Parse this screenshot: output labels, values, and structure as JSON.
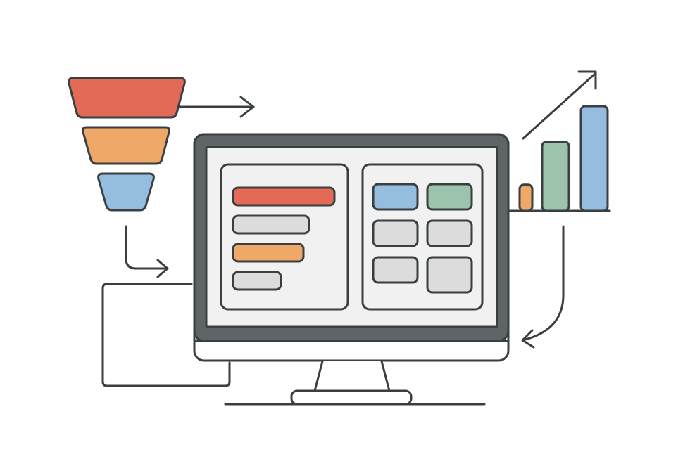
{
  "colors": {
    "outline": "#3a3f41",
    "screen_bezel": "#5f6467",
    "screen_background": "#f1f1f1",
    "red": "#e26a56",
    "orange": "#f0a868",
    "blue": "#95bde0",
    "green": "#9cc4ac",
    "gray_block": "#dcdcdc",
    "background": "#ffffff"
  },
  "funnel": {
    "icon": "sales-funnel-icon",
    "tiers": [
      "red",
      "orange",
      "blue"
    ]
  },
  "monitor": {
    "icon": "desktop-monitor-icon",
    "left_panel": {
      "bars": [
        "red",
        "gray_block",
        "orange",
        "gray_block"
      ]
    },
    "right_panel": {
      "tiles": [
        "blue",
        "green",
        "gray_block",
        "gray_block",
        "gray_block",
        "gray_block"
      ]
    }
  },
  "bar_chart": {
    "icon": "growth-bar-chart-icon",
    "bars": [
      {
        "color": "orange",
        "level": 0.25
      },
      {
        "color": "green",
        "level": 0.66
      },
      {
        "color": "blue",
        "level": 1.0
      }
    ],
    "trend": "trend-up-arrow-icon"
  },
  "connectors": [
    "arrow-right-icon",
    "arrow-down-right-icon",
    "arrow-return-left-icon"
  ]
}
